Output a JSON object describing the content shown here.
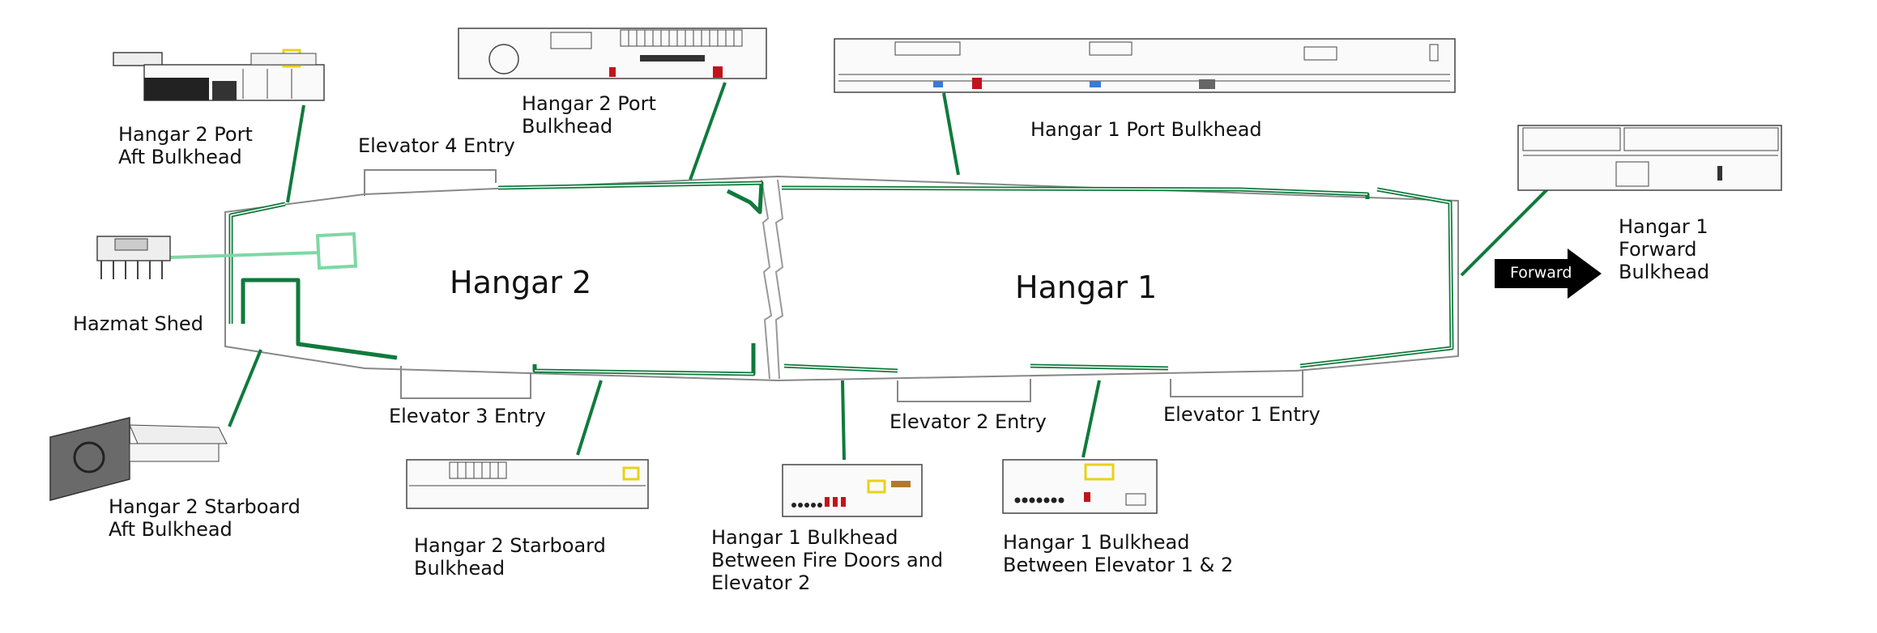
{
  "hangar_labels": {
    "hangar1": "Hangar 1",
    "hangar2": "Hangar 2"
  },
  "callouts": {
    "h2_port_aft": "Hangar 2 Port\nAft Bulkhead",
    "h2_port": "Hangar 2 Port\nBulkhead",
    "h1_port": "Hangar 1 Port Bulkhead",
    "h1_forward": "Hangar 1\nForward\nBulkhead",
    "hazmat": "Hazmat Shed",
    "h2_starboard_aft": "Hangar 2 Starboard\nAft Bulkhead",
    "h2_starboard": "Hangar 2 Starboard\nBulkhead",
    "h1_fire_doors": "Hangar 1 Bulkhead\nBetween Fire Doors and\nElevator 2",
    "h1_elev_1_2": "Hangar 1 Bulkhead\nBetween Elevator 1 & 2"
  },
  "elevators": {
    "e4": "Elevator 4 Entry",
    "e3": "Elevator 3 Entry",
    "e2": "Elevator 2 Entry",
    "e1": "Elevator 1 Entry"
  },
  "forward_arrow": "Forward",
  "colors": {
    "bulkhead": "#0f7a3c",
    "bulkhead_light": "#7fd7a5",
    "outline": "#888888",
    "arrow": "#000000",
    "accent_red": "#c0141c",
    "accent_yellow": "#e8d21a",
    "accent_blue": "#3b7bd6",
    "accent_brown": "#b07a2c"
  }
}
